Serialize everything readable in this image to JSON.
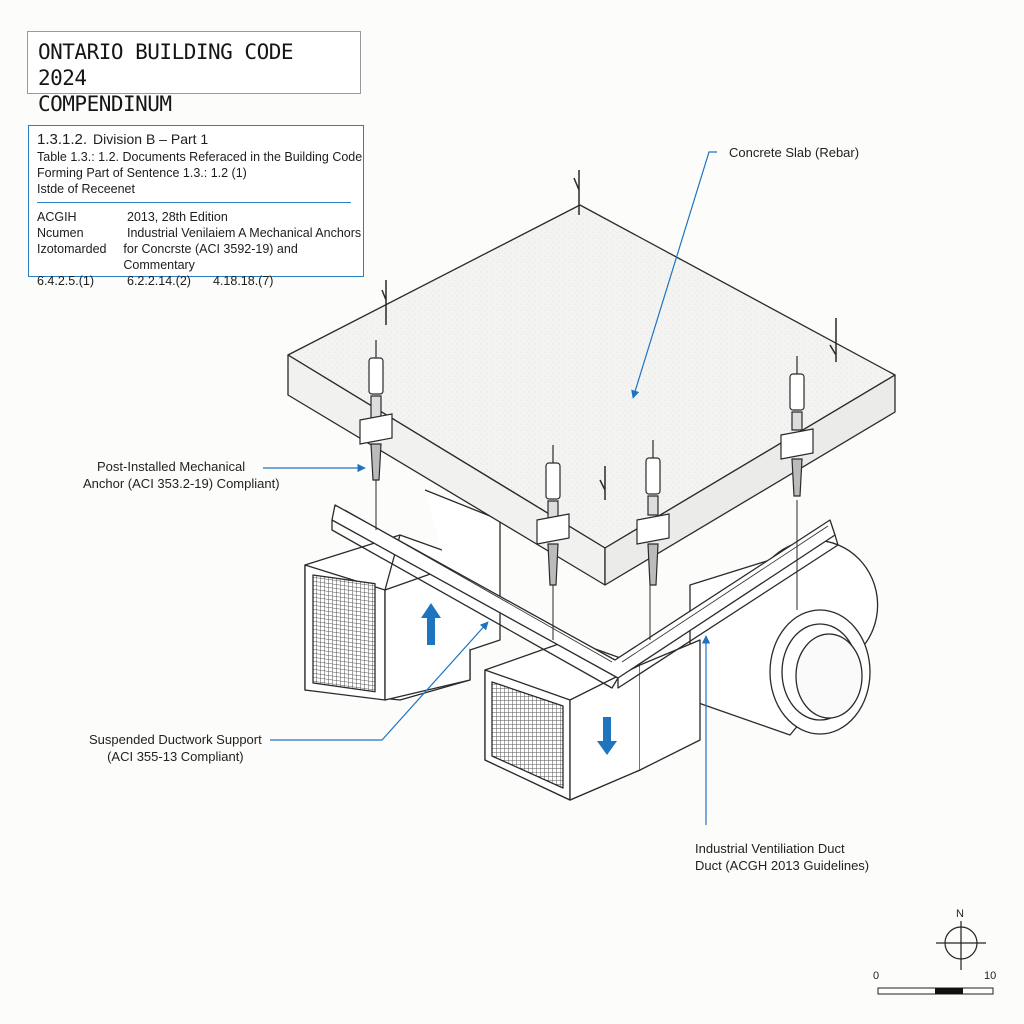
{
  "title": {
    "line1": "ONTARIO BUILDING CODE 2024",
    "line2": "COMPENDINUM"
  },
  "table": {
    "section_number": "1.3.1.2.",
    "section_title": "Division B – Part 1",
    "caption_line1": "Table 1.3.: 1.2. Documents Referaced in the Building Code",
    "caption_line2": "Forming Part of Sentence 1.3.: 1.2 (1)",
    "caption_line3": "Istde of Receenet",
    "rows": [
      [
        "ACGIH",
        "2013, 28th Edition",
        ""
      ],
      [
        "Ncumen",
        "Industrial Venilaiem A Mechanical Anchors",
        ""
      ],
      [
        "Izotomarded",
        "for Concrste  (ACI 3592-19) and Commentary",
        ""
      ],
      [
        "6.4.2.5.(1)",
        "6.2.2.14.(2)",
        "4.18.18.(7)"
      ]
    ]
  },
  "callouts": {
    "slab": "Concrete Slab (Rebar)",
    "anchor_line1": "Post-Installed Mechanical",
    "anchor_line2": "Anchor (ACI 353.2-19) Compliant)",
    "support_line1": "Suspended Ductwork Support",
    "support_line2": "(ACI 355-13 Compliant)",
    "duct_line1": "Industrial Ventiliation Duct",
    "duct_line2": "Duct (ACGH 2013 Guidelines)"
  },
  "compass": {
    "north": "N"
  },
  "scale_bar": {
    "start": "0",
    "end": "10"
  },
  "colors": {
    "accent": "#1f74c0",
    "line": "#2a2a2a",
    "slab": "#f2f2f1"
  }
}
